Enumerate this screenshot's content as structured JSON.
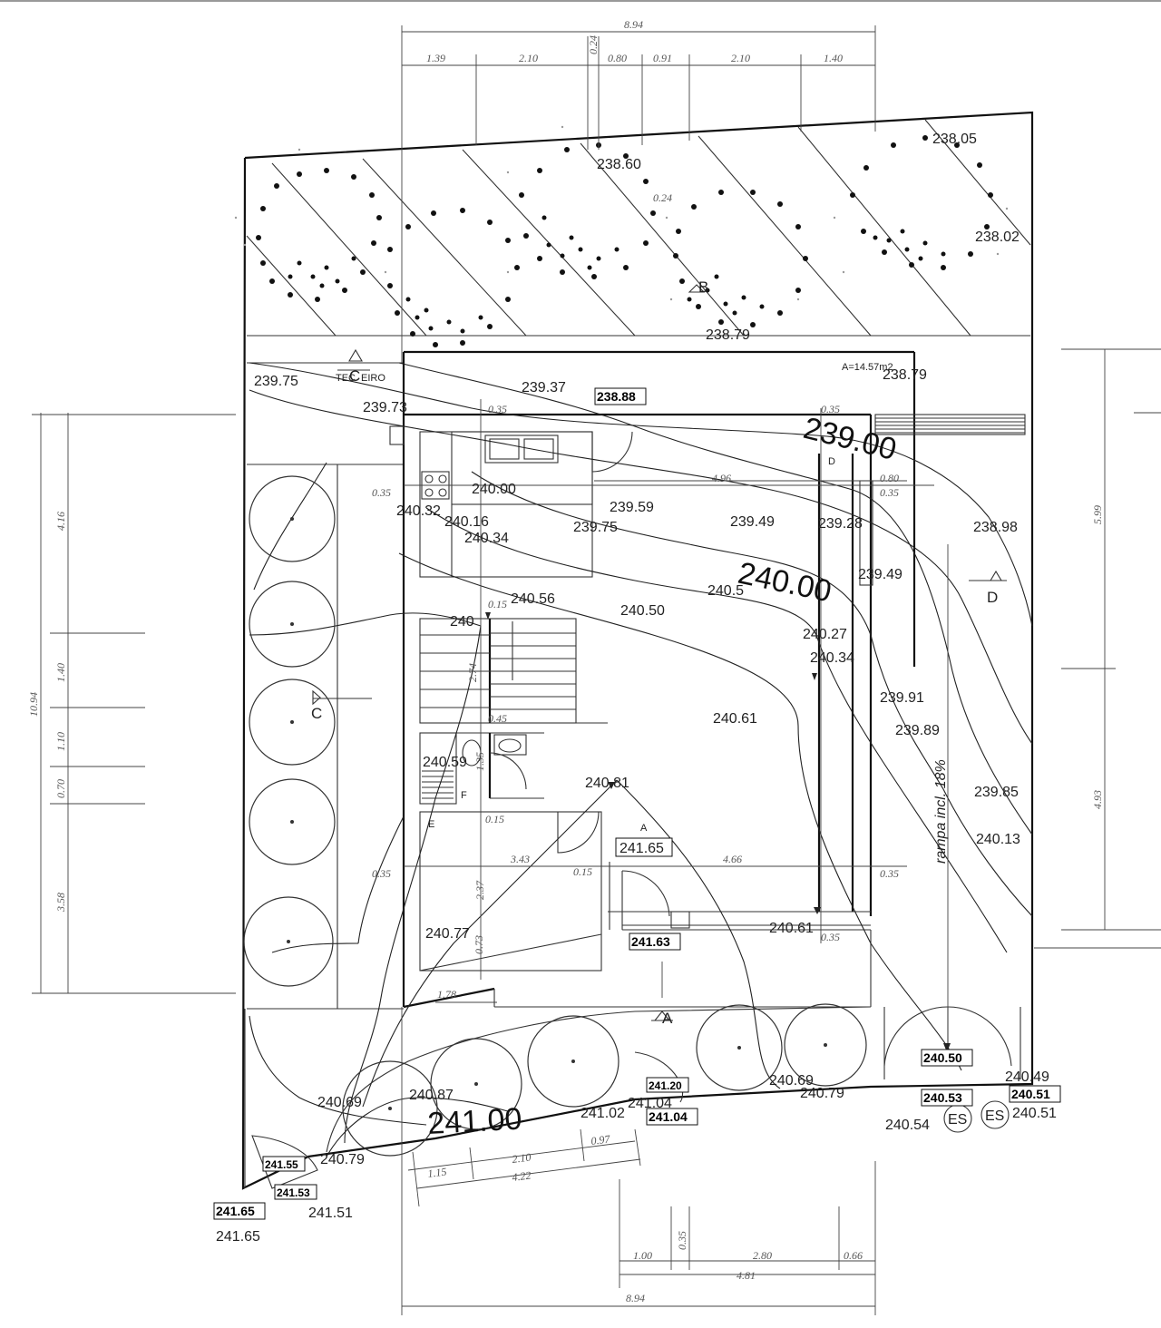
{
  "levels": [
    {
      "id": "l1",
      "text": "238.05"
    },
    {
      "id": "l2",
      "text": "238.60"
    },
    {
      "id": "l3",
      "text": "238.02"
    },
    {
      "id": "l4",
      "text": "238.79"
    },
    {
      "id": "l5",
      "text": "238.79"
    },
    {
      "id": "l6",
      "text": "239.75"
    },
    {
      "id": "l7",
      "text": "239.73"
    },
    {
      "id": "l8",
      "text": "239.37"
    },
    {
      "id": "l9",
      "text": "240.00"
    },
    {
      "id": "l10",
      "text": "240.32"
    },
    {
      "id": "l11",
      "text": "240.16"
    },
    {
      "id": "l12",
      "text": "240.34"
    },
    {
      "id": "l13",
      "text": "239.59"
    },
    {
      "id": "l14",
      "text": "239.75"
    },
    {
      "id": "l15",
      "text": "239.49"
    },
    {
      "id": "l16",
      "text": "239.28"
    },
    {
      "id": "l17",
      "text": "238.98"
    },
    {
      "id": "l18",
      "text": "239.49"
    },
    {
      "id": "l19",
      "text": "240.56"
    },
    {
      "id": "l20",
      "text": "240.50"
    },
    {
      "id": "l21",
      "text": "240.27"
    },
    {
      "id": "l22",
      "text": "240.34"
    },
    {
      "id": "l23",
      "text": "240.61"
    },
    {
      "id": "l24",
      "text": "239.91"
    },
    {
      "id": "l25",
      "text": "239.89"
    },
    {
      "id": "l26",
      "text": "239.85"
    },
    {
      "id": "l27",
      "text": "240.13"
    },
    {
      "id": "l28",
      "text": "240.81"
    },
    {
      "id": "l29",
      "text": "240.77"
    },
    {
      "id": "l30",
      "text": "240.61"
    },
    {
      "id": "l31",
      "text": "240.69"
    },
    {
      "id": "l32",
      "text": "240.87"
    },
    {
      "id": "l33",
      "text": "240.69"
    },
    {
      "id": "l34",
      "text": "240.79"
    },
    {
      "id": "l35",
      "text": "240.49"
    },
    {
      "id": "l36",
      "text": "240.54"
    },
    {
      "id": "l37",
      "text": "240.51"
    },
    {
      "id": "l38",
      "text": "240.79"
    },
    {
      "id": "l39",
      "text": "241.65"
    },
    {
      "id": "l40",
      "text": "241.51"
    },
    {
      "id": "l41",
      "text": "241.02"
    },
    {
      "id": "l42",
      "text": "241.04"
    },
    {
      "id": "l43",
      "text": "240.59"
    },
    {
      "id": "l44",
      "text": "240.5"
    },
    {
      "id": "l45",
      "text": "240"
    }
  ],
  "big_contours": [
    {
      "id": "b1",
      "text": "239.00"
    },
    {
      "id": "b2",
      "text": "240.00"
    },
    {
      "id": "b3",
      "text": "241.00"
    }
  ],
  "boxed_levels": [
    {
      "id": "x1",
      "text": "238.88"
    },
    {
      "id": "x2",
      "text": "241.65"
    },
    {
      "id": "x3",
      "text": "241.63"
    },
    {
      "id": "x4",
      "text": "240.50"
    },
    {
      "id": "x5",
      "text": "240.53"
    },
    {
      "id": "x6",
      "text": "240.51"
    },
    {
      "id": "x7",
      "text": "241.20"
    },
    {
      "id": "x8",
      "text": "241.04"
    },
    {
      "id": "x9",
      "text": "241.55"
    },
    {
      "id": "x10",
      "text": "241.53"
    },
    {
      "id": "x11",
      "text": "241.65"
    }
  ],
  "dimensions": [
    {
      "id": "d1",
      "text": "8.94"
    },
    {
      "id": "d2",
      "text": "1.39"
    },
    {
      "id": "d3",
      "text": "2.10"
    },
    {
      "id": "d4",
      "text": "0.24"
    },
    {
      "id": "d5",
      "text": "0.80"
    },
    {
      "id": "d6",
      "text": "0.91"
    },
    {
      "id": "d7",
      "text": "2.10"
    },
    {
      "id": "d8",
      "text": "1.40"
    },
    {
      "id": "d9",
      "text": "0.35"
    },
    {
      "id": "d10",
      "text": "0.35"
    },
    {
      "id": "d11",
      "text": "4.96"
    },
    {
      "id": "d12",
      "text": "0.80"
    },
    {
      "id": "d13",
      "text": "0.35"
    },
    {
      "id": "d14",
      "text": "0.35"
    },
    {
      "id": "d15",
      "text": "0.15"
    },
    {
      "id": "d16",
      "text": "0.15"
    },
    {
      "id": "d17",
      "text": "3.43"
    },
    {
      "id": "d18",
      "text": "0.15"
    },
    {
      "id": "d19",
      "text": "4.66"
    },
    {
      "id": "d20",
      "text": "0.35"
    },
    {
      "id": "d21",
      "text": "0.35"
    },
    {
      "id": "d22",
      "text": "0.35"
    },
    {
      "id": "d23",
      "text": "1.78"
    },
    {
      "id": "d24",
      "text": "1.15"
    },
    {
      "id": "d25",
      "text": "2.10"
    },
    {
      "id": "d26",
      "text": "0.97"
    },
    {
      "id": "d27",
      "text": "4.22"
    },
    {
      "id": "d28",
      "text": "1.00"
    },
    {
      "id": "d29",
      "text": "0.35"
    },
    {
      "id": "d30",
      "text": "2.80"
    },
    {
      "id": "d31",
      "text": "0.66"
    },
    {
      "id": "d32",
      "text": "4.81"
    },
    {
      "id": "d33",
      "text": "8.94"
    },
    {
      "id": "d34",
      "text": "4.16"
    },
    {
      "id": "d35",
      "text": "1.40"
    },
    {
      "id": "d36",
      "text": "1.10"
    },
    {
      "id": "d37",
      "text": "0.70"
    },
    {
      "id": "d38",
      "text": "3.58"
    },
    {
      "id": "d39",
      "text": "10.94"
    },
    {
      "id": "d40",
      "text": "5.99"
    },
    {
      "id": "d41",
      "text": "4.93"
    },
    {
      "id": "d42",
      "text": "1.35"
    },
    {
      "id": "d43",
      "text": "2.37"
    },
    {
      "id": "d44",
      "text": "0.73"
    },
    {
      "id": "d45",
      "text": "0.45"
    },
    {
      "id": "d46",
      "text": "2.74"
    },
    {
      "id": "d47",
      "text": "0.24"
    }
  ],
  "labels": {
    "area": "A=14.57m2",
    "canteiro": "TEC",
    "canteiro_tail": "EIRO",
    "room_d": "D",
    "room_e": "E",
    "room_f": "F",
    "room_a": "A"
  },
  "section_marks": [
    {
      "id": "sC1",
      "text": "C"
    },
    {
      "id": "sC2",
      "text": "C"
    },
    {
      "id": "sD1",
      "text": "D"
    },
    {
      "id": "sA1",
      "text": "A"
    },
    {
      "id": "sB1",
      "text": "B"
    }
  ],
  "es_marks": [
    {
      "id": "es1",
      "text": "ES"
    },
    {
      "id": "es2",
      "text": "ES"
    }
  ],
  "ramp_text": "rampa incl. 18%"
}
